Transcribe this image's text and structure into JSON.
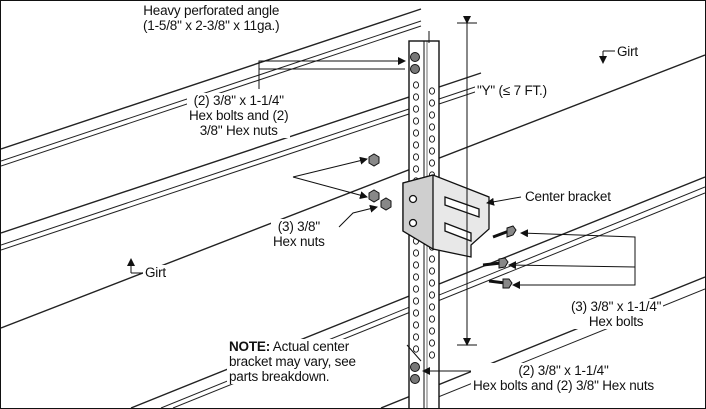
{
  "labels": {
    "angle": [
      "Heavy perforated angle",
      "(1-5/8\" x 2-3/8\" x 11ga.)"
    ],
    "bolts_top": [
      "(2) 3/8\" x 1-1/4\"",
      "Hex bolts and (2)",
      "3/8\" Hex nuts"
    ],
    "dimension_y": "\"Y\" (≤ 7 FT.)",
    "girt_right": "Girt",
    "girt_left": "Girt",
    "center_bracket": "Center bracket",
    "hex_nuts": [
      "(3) 3/8\"",
      "Hex nuts"
    ],
    "hex_bolts_right": [
      "(3) 3/8\" x 1-1/4\"",
      "Hex bolts"
    ],
    "note_heading": "NOTE:",
    "note_body": [
      " Actual center",
      "bracket may vary, see",
      "parts breakdown."
    ],
    "bolts_bottom": [
      "(2) 3/8\" x 1-1/4\"",
      "Hex bolts and (2) 3/8\" Hex nuts"
    ]
  }
}
